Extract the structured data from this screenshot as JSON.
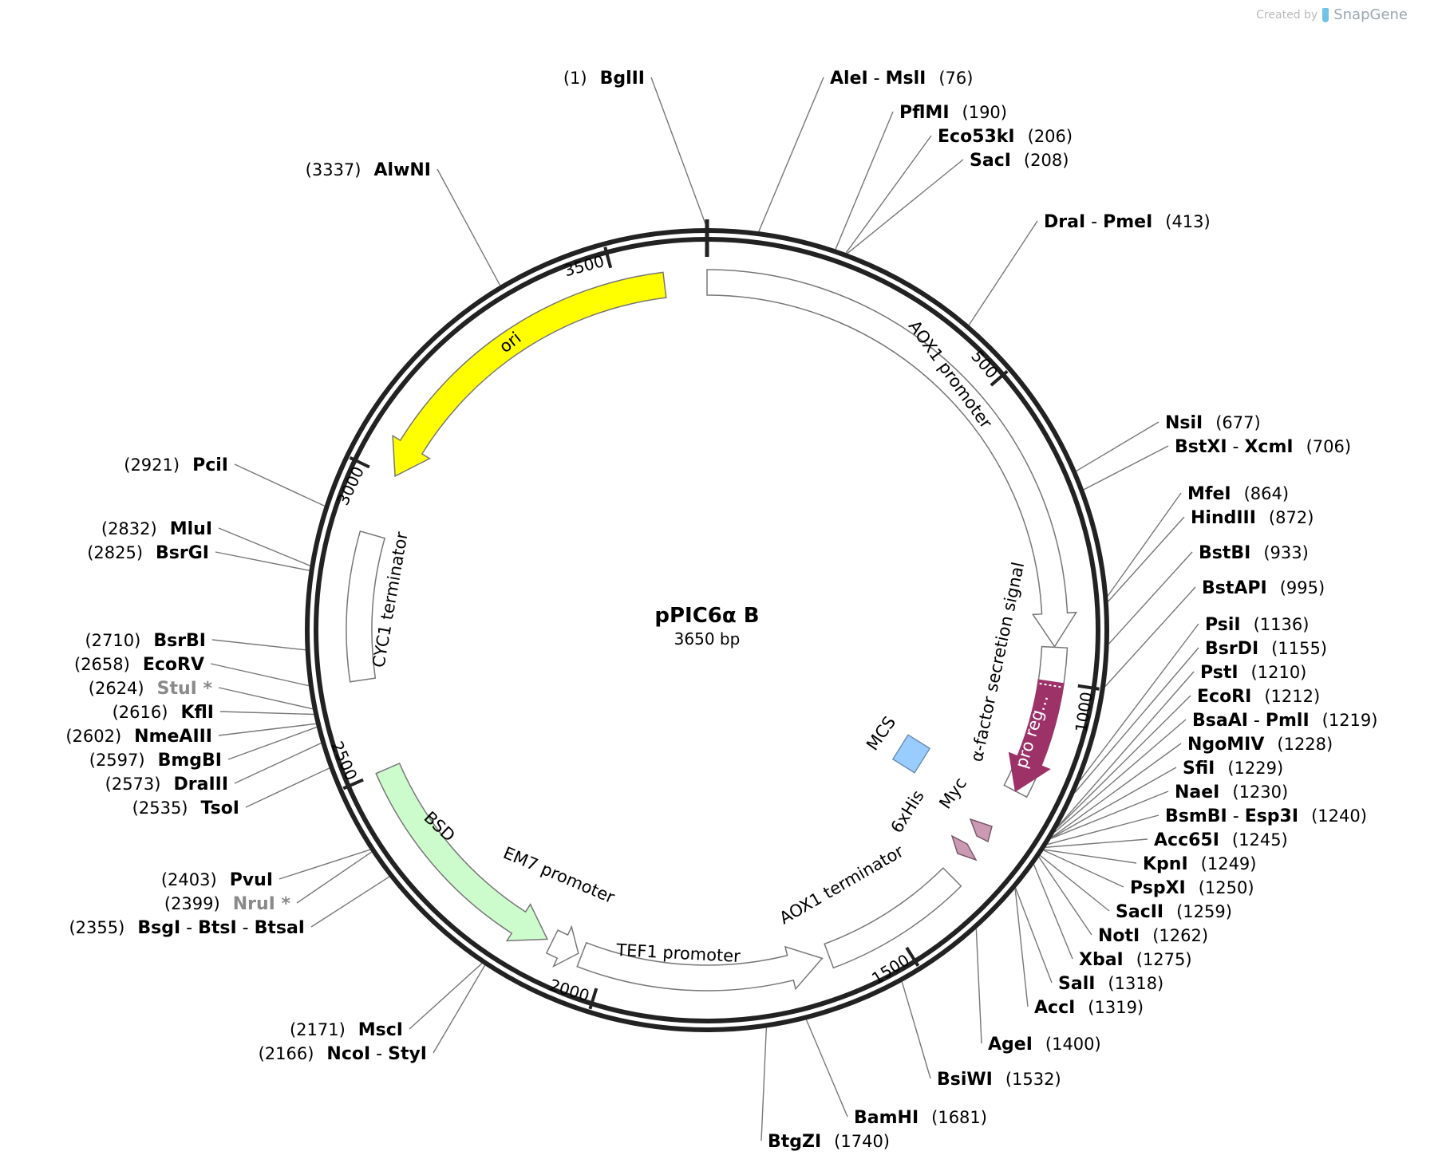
{
  "credit": {
    "created_by": "Created by",
    "brand": "SnapGene"
  },
  "plasmid": {
    "name": "pPIC6α B",
    "length_label": "3650 bp",
    "length": 3650
  },
  "ticks": [
    {
      "pos": 500,
      "label": "500"
    },
    {
      "pos": 1000,
      "label": "1000"
    },
    {
      "pos": 1500,
      "label": "1500"
    },
    {
      "pos": 2000,
      "label": "2000"
    },
    {
      "pos": 2500,
      "label": "2500"
    },
    {
      "pos": 3000,
      "label": "3000"
    },
    {
      "pos": 3500,
      "label": "3500"
    }
  ],
  "features": [
    {
      "name": "AOX1 promoter",
      "start": 1,
      "end": 941,
      "strand": 1,
      "fill": "#ffffff",
      "stroke": "#777777",
      "arrow": true
    },
    {
      "name": "α-factor secretion signal",
      "start": 942,
      "end": 1193,
      "strand": 1,
      "fill": "#ffffff",
      "stroke": "#777777",
      "arrow": false
    },
    {
      "name": "pro reg...",
      "start": 1000,
      "end": 1193,
      "strand": 1,
      "fill": "#9c3268",
      "stroke": "#9c3268",
      "arrow": true
    },
    {
      "name": "MCS",
      "label": "MCS"
    },
    {
      "name": "Myc",
      "label": "Myc"
    },
    {
      "name": "6xHis",
      "label": "6xHis"
    },
    {
      "name": "AOX1 terminator",
      "start": 1372,
      "end": 1618,
      "strand": 1,
      "fill": "#ffffff",
      "stroke": "#777777",
      "arrow": false
    },
    {
      "name": "TEF1 promoter",
      "start": 1630,
      "end": 2040,
      "strand": -1,
      "fill": "#ffffff",
      "stroke": "#777777",
      "arrow": true
    },
    {
      "name": "EM7 promoter",
      "start": 2046,
      "end": 2094,
      "strand": -1,
      "fill": "#ffffff",
      "stroke": "#777777",
      "arrow": true
    },
    {
      "name": "BSD",
      "start": 2103,
      "end": 2501,
      "strand": -1,
      "fill": "#ccfccc",
      "stroke": "#777777",
      "arrow": true
    },
    {
      "name": "CYC1 terminator",
      "start": 2655,
      "end": 2900,
      "strand": -1,
      "fill": "#ffffff",
      "stroke": "#777777",
      "arrow": false
    },
    {
      "name": "ori",
      "start": 3005,
      "end": 3580,
      "strand": -1,
      "fill": "#ffff00",
      "stroke": "#777777",
      "arrow": true
    }
  ],
  "sites": [
    {
      "pos": 1,
      "enzymes": [
        "BglII"
      ],
      "position_label": "(1)"
    },
    {
      "pos": 76,
      "enzymes": [
        "AleI",
        "MslI"
      ],
      "position_label": "(76)"
    },
    {
      "pos": 190,
      "enzymes": [
        "PflMI"
      ],
      "position_label": "(190)"
    },
    {
      "pos": 206,
      "enzymes": [
        "Eco53kI"
      ],
      "position_label": "(206)"
    },
    {
      "pos": 208,
      "enzymes": [
        "SacI"
      ],
      "position_label": "(208)"
    },
    {
      "pos": 413,
      "enzymes": [
        "DraI",
        "PmeI"
      ],
      "position_label": "(413)"
    },
    {
      "pos": 677,
      "enzymes": [
        "NsiI"
      ],
      "position_label": "(677)"
    },
    {
      "pos": 706,
      "enzymes": [
        "BstXI",
        "XcmI"
      ],
      "position_label": "(706)"
    },
    {
      "pos": 864,
      "enzymes": [
        "MfeI"
      ],
      "position_label": "(864)"
    },
    {
      "pos": 872,
      "enzymes": [
        "HindIII"
      ],
      "position_label": "(872)"
    },
    {
      "pos": 933,
      "enzymes": [
        "BstBI"
      ],
      "position_label": "(933)"
    },
    {
      "pos": 995,
      "enzymes": [
        "BstAPI"
      ],
      "position_label": "(995)"
    },
    {
      "pos": 1136,
      "enzymes": [
        "PsiI"
      ],
      "position_label": "(1136)"
    },
    {
      "pos": 1155,
      "enzymes": [
        "BsrDI"
      ],
      "position_label": "(1155)"
    },
    {
      "pos": 1210,
      "enzymes": [
        "PstI"
      ],
      "position_label": "(1210)"
    },
    {
      "pos": 1212,
      "enzymes": [
        "EcoRI"
      ],
      "position_label": "(1212)"
    },
    {
      "pos": 1219,
      "enzymes": [
        "BsaAI",
        "PmlI"
      ],
      "position_label": "(1219)"
    },
    {
      "pos": 1228,
      "enzymes": [
        "NgoMIV"
      ],
      "position_label": "(1228)"
    },
    {
      "pos": 1229,
      "enzymes": [
        "SfiI"
      ],
      "position_label": "(1229)"
    },
    {
      "pos": 1230,
      "enzymes": [
        "NaeI"
      ],
      "position_label": "(1230)"
    },
    {
      "pos": 1240,
      "enzymes": [
        "BsmBI",
        "Esp3I"
      ],
      "position_label": "(1240)"
    },
    {
      "pos": 1245,
      "enzymes": [
        "Acc65I"
      ],
      "position_label": "(1245)"
    },
    {
      "pos": 1249,
      "enzymes": [
        "KpnI"
      ],
      "position_label": "(1249)"
    },
    {
      "pos": 1250,
      "enzymes": [
        "PspXI"
      ],
      "position_label": "(1250)"
    },
    {
      "pos": 1259,
      "enzymes": [
        "SacII"
      ],
      "position_label": "(1259)"
    },
    {
      "pos": 1262,
      "enzymes": [
        "NotI"
      ],
      "position_label": "(1262)"
    },
    {
      "pos": 1275,
      "enzymes": [
        "XbaI"
      ],
      "position_label": "(1275)"
    },
    {
      "pos": 1318,
      "enzymes": [
        "SalI"
      ],
      "position_label": "(1318)"
    },
    {
      "pos": 1319,
      "enzymes": [
        "AccI"
      ],
      "position_label": "(1319)"
    },
    {
      "pos": 1400,
      "enzymes": [
        "AgeI"
      ],
      "position_label": "(1400)"
    },
    {
      "pos": 1532,
      "enzymes": [
        "BsiWI"
      ],
      "position_label": "(1532)"
    },
    {
      "pos": 1681,
      "enzymes": [
        "BamHI"
      ],
      "position_label": "(1681)"
    },
    {
      "pos": 1740,
      "enzymes": [
        "BtgZI"
      ],
      "position_label": "(1740)"
    },
    {
      "pos": 2166,
      "enzymes": [
        "NcoI",
        "StyI"
      ],
      "position_label": "(2166)"
    },
    {
      "pos": 2171,
      "enzymes": [
        "MscI"
      ],
      "position_label": "(2171)"
    },
    {
      "pos": 2355,
      "enzymes": [
        "BsgI",
        "BtsI",
        "BtsaΙ"
      ],
      "position_label": "(2355)"
    },
    {
      "pos": 2399,
      "enzymes": [
        "NruI *"
      ],
      "position_label": "(2399)",
      "gray": true
    },
    {
      "pos": 2403,
      "enzymes": [
        "PvuI"
      ],
      "position_label": "(2403)"
    },
    {
      "pos": 2535,
      "enzymes": [
        "TsoI"
      ],
      "position_label": "(2535)"
    },
    {
      "pos": 2573,
      "enzymes": [
        "DraIII"
      ],
      "position_label": "(2573)"
    },
    {
      "pos": 2597,
      "enzymes": [
        "BmgBI"
      ],
      "position_label": "(2597)"
    },
    {
      "pos": 2602,
      "enzymes": [
        "NmeAIII"
      ],
      "position_label": "(2602)"
    },
    {
      "pos": 2616,
      "enzymes": [
        "KflI"
      ],
      "position_label": "(2616)"
    },
    {
      "pos": 2624,
      "enzymes": [
        "StuI *"
      ],
      "position_label": "(2624)",
      "gray": true
    },
    {
      "pos": 2658,
      "enzymes": [
        "EcoRV"
      ],
      "position_label": "(2658)"
    },
    {
      "pos": 2710,
      "enzymes": [
        "BsrBI"
      ],
      "position_label": "(2710)"
    },
    {
      "pos": 2825,
      "enzymes": [
        "BsrGI"
      ],
      "position_label": "(2825)"
    },
    {
      "pos": 2832,
      "enzymes": [
        "MluI"
      ],
      "position_label": "(2832)"
    },
    {
      "pos": 2921,
      "enzymes": [
        "PciI"
      ],
      "position_label": "(2921)"
    },
    {
      "pos": 3337,
      "enzymes": [
        "AlwNI"
      ],
      "position_label": "(3337)"
    }
  ]
}
